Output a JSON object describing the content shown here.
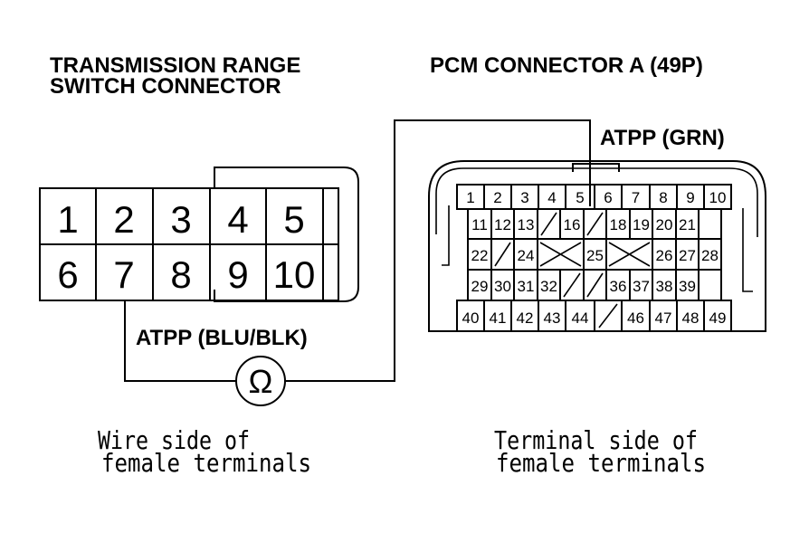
{
  "left": {
    "title_line1": "TRANSMISSION RANGE",
    "title_line2": "SWITCH CONNECTOR",
    "wire_label": "ATPP (BLU/BLK)",
    "caption_line1": "Wire side of",
    "caption_line2": "female terminals",
    "terminals_top": [
      "1",
      "2",
      "3",
      "4",
      "5"
    ],
    "terminals_bottom": [
      "6",
      "7",
      "8",
      "9",
      "10"
    ]
  },
  "right": {
    "title": "PCM CONNECTOR A (49P)",
    "wire_label": "ATPP (GRN)",
    "caption_line1": "Terminal side of",
    "caption_line2": "female terminals",
    "row1": [
      "1",
      "2",
      "3",
      "4",
      "5",
      "6",
      "7",
      "8",
      "9",
      "10"
    ],
    "row2": [
      "11",
      "12",
      "13",
      "",
      "16",
      "",
      "18",
      "19",
      "20",
      "21"
    ],
    "row3": [
      "22",
      "",
      "24",
      "",
      "25",
      "",
      "26",
      "27",
      "28"
    ],
    "row4": [
      "29",
      "30",
      "31",
      "32",
      "",
      "",
      "36",
      "37",
      "38",
      "39"
    ],
    "row5": [
      "40",
      "41",
      "42",
      "43",
      "44",
      "",
      "46",
      "47",
      "48",
      "49"
    ]
  },
  "meter": {
    "symbol": "Ω",
    "icon": "ohmmeter-icon"
  }
}
